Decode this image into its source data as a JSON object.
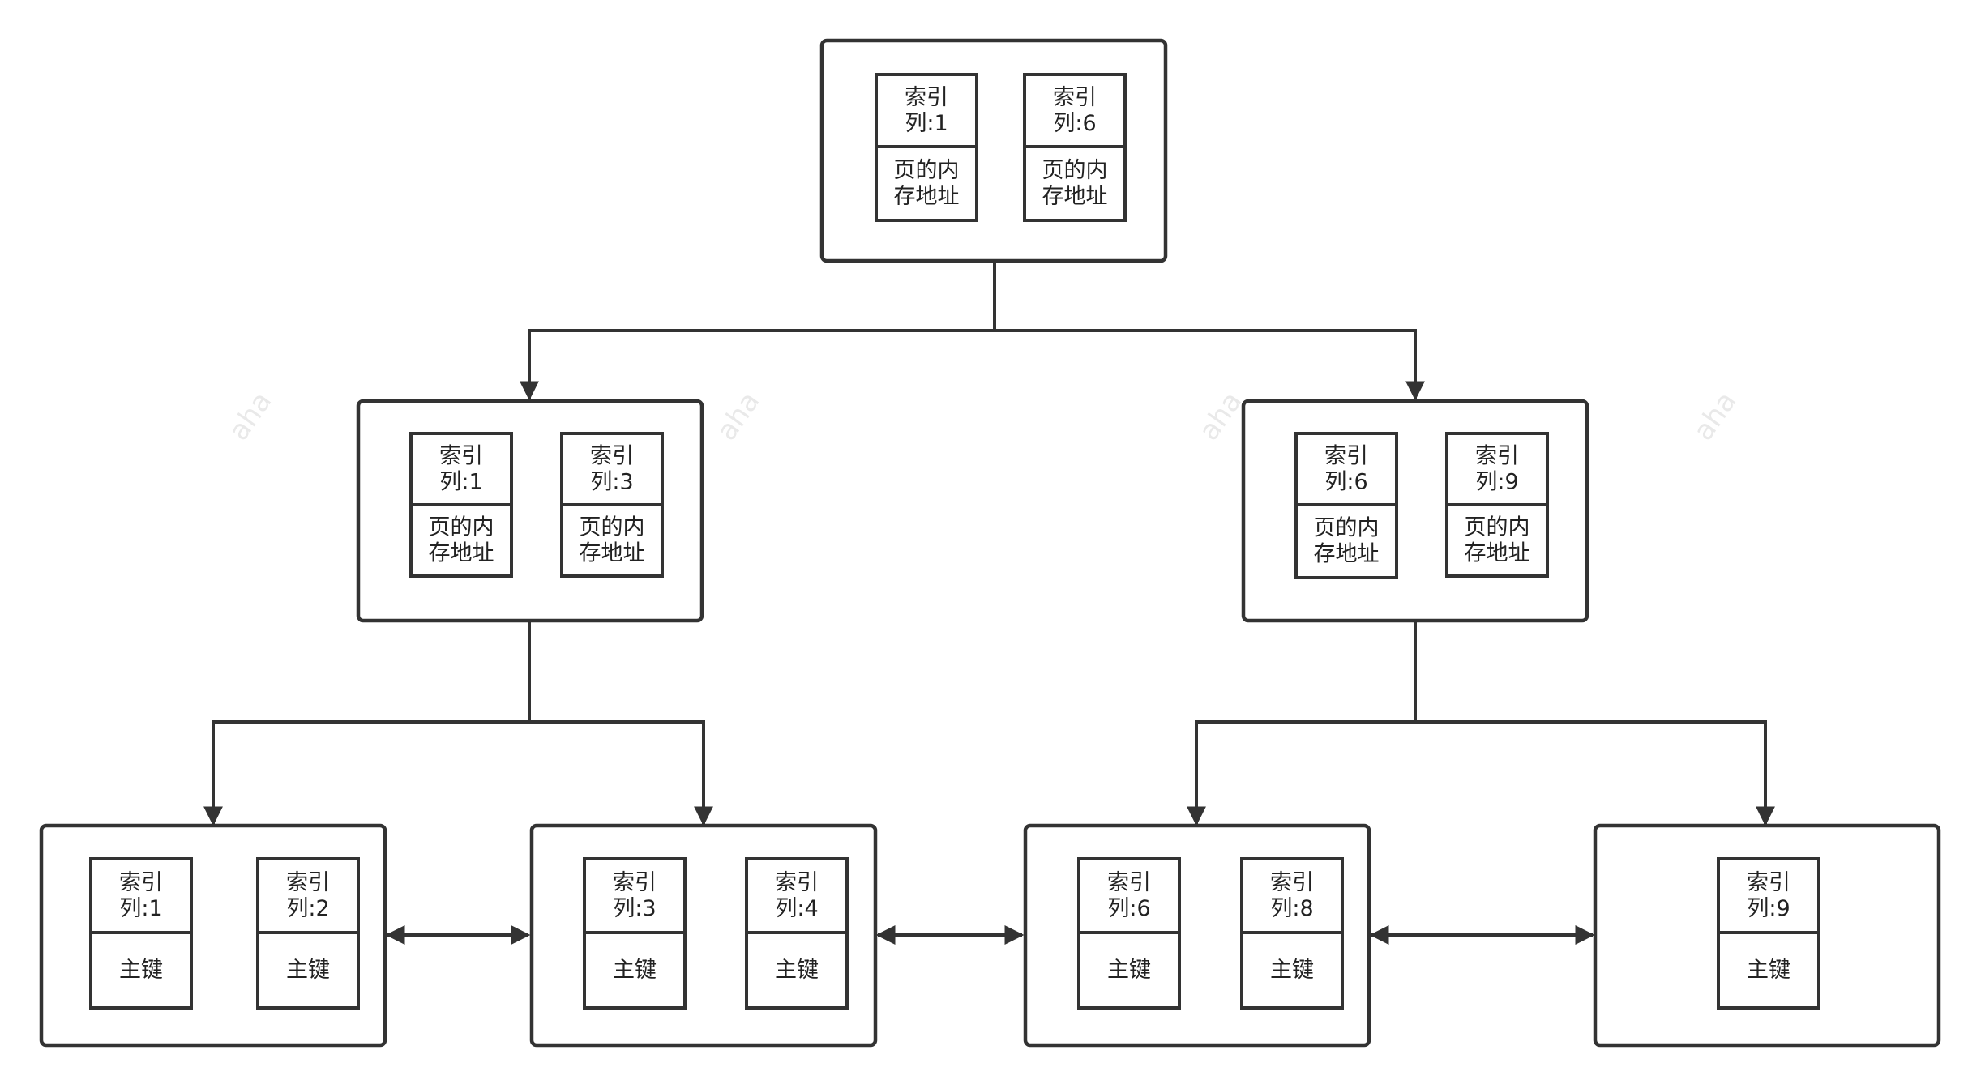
{
  "watermark": "aha",
  "colors": {
    "stroke": "#333333",
    "text": "#222222",
    "watermark": "#e9e9e9",
    "background": "#ffffff"
  },
  "root": {
    "cells": [
      {
        "top": [
          "索引",
          "列:1"
        ],
        "bottom": [
          "页的内",
          "存地址"
        ]
      },
      {
        "top": [
          "索引",
          "列:6"
        ],
        "bottom": [
          "页的内",
          "存地址"
        ]
      }
    ]
  },
  "internal": [
    {
      "cells": [
        {
          "top": [
            "索引",
            "列:1"
          ],
          "bottom": [
            "页的内",
            "存地址"
          ]
        },
        {
          "top": [
            "索引",
            "列:3"
          ],
          "bottom": [
            "页的内",
            "存地址"
          ]
        }
      ]
    },
    {
      "cells": [
        {
          "top": [
            "索引",
            "列:6"
          ],
          "bottom": [
            "页的内",
            "存地址"
          ]
        },
        {
          "top": [
            "索引",
            "列:9"
          ],
          "bottom": [
            "页的内",
            "存地址"
          ]
        }
      ]
    }
  ],
  "leaves": [
    {
      "cells": [
        {
          "top": [
            "索引",
            "列:1"
          ],
          "bottom": [
            "主键"
          ]
        },
        {
          "top": [
            "索引",
            "列:2"
          ],
          "bottom": [
            "主键"
          ]
        }
      ]
    },
    {
      "cells": [
        {
          "top": [
            "索引",
            "列:3"
          ],
          "bottom": [
            "主键"
          ]
        },
        {
          "top": [
            "索引",
            "列:4"
          ],
          "bottom": [
            "主键"
          ]
        }
      ]
    },
    {
      "cells": [
        {
          "top": [
            "索引",
            "列:6"
          ],
          "bottom": [
            "主键"
          ]
        },
        {
          "top": [
            "索引",
            "列:8"
          ],
          "bottom": [
            "主键"
          ]
        }
      ]
    },
    {
      "cells": [
        {
          "top": [
            "索引",
            "列:9"
          ],
          "bottom": [
            "主键"
          ]
        }
      ]
    }
  ]
}
